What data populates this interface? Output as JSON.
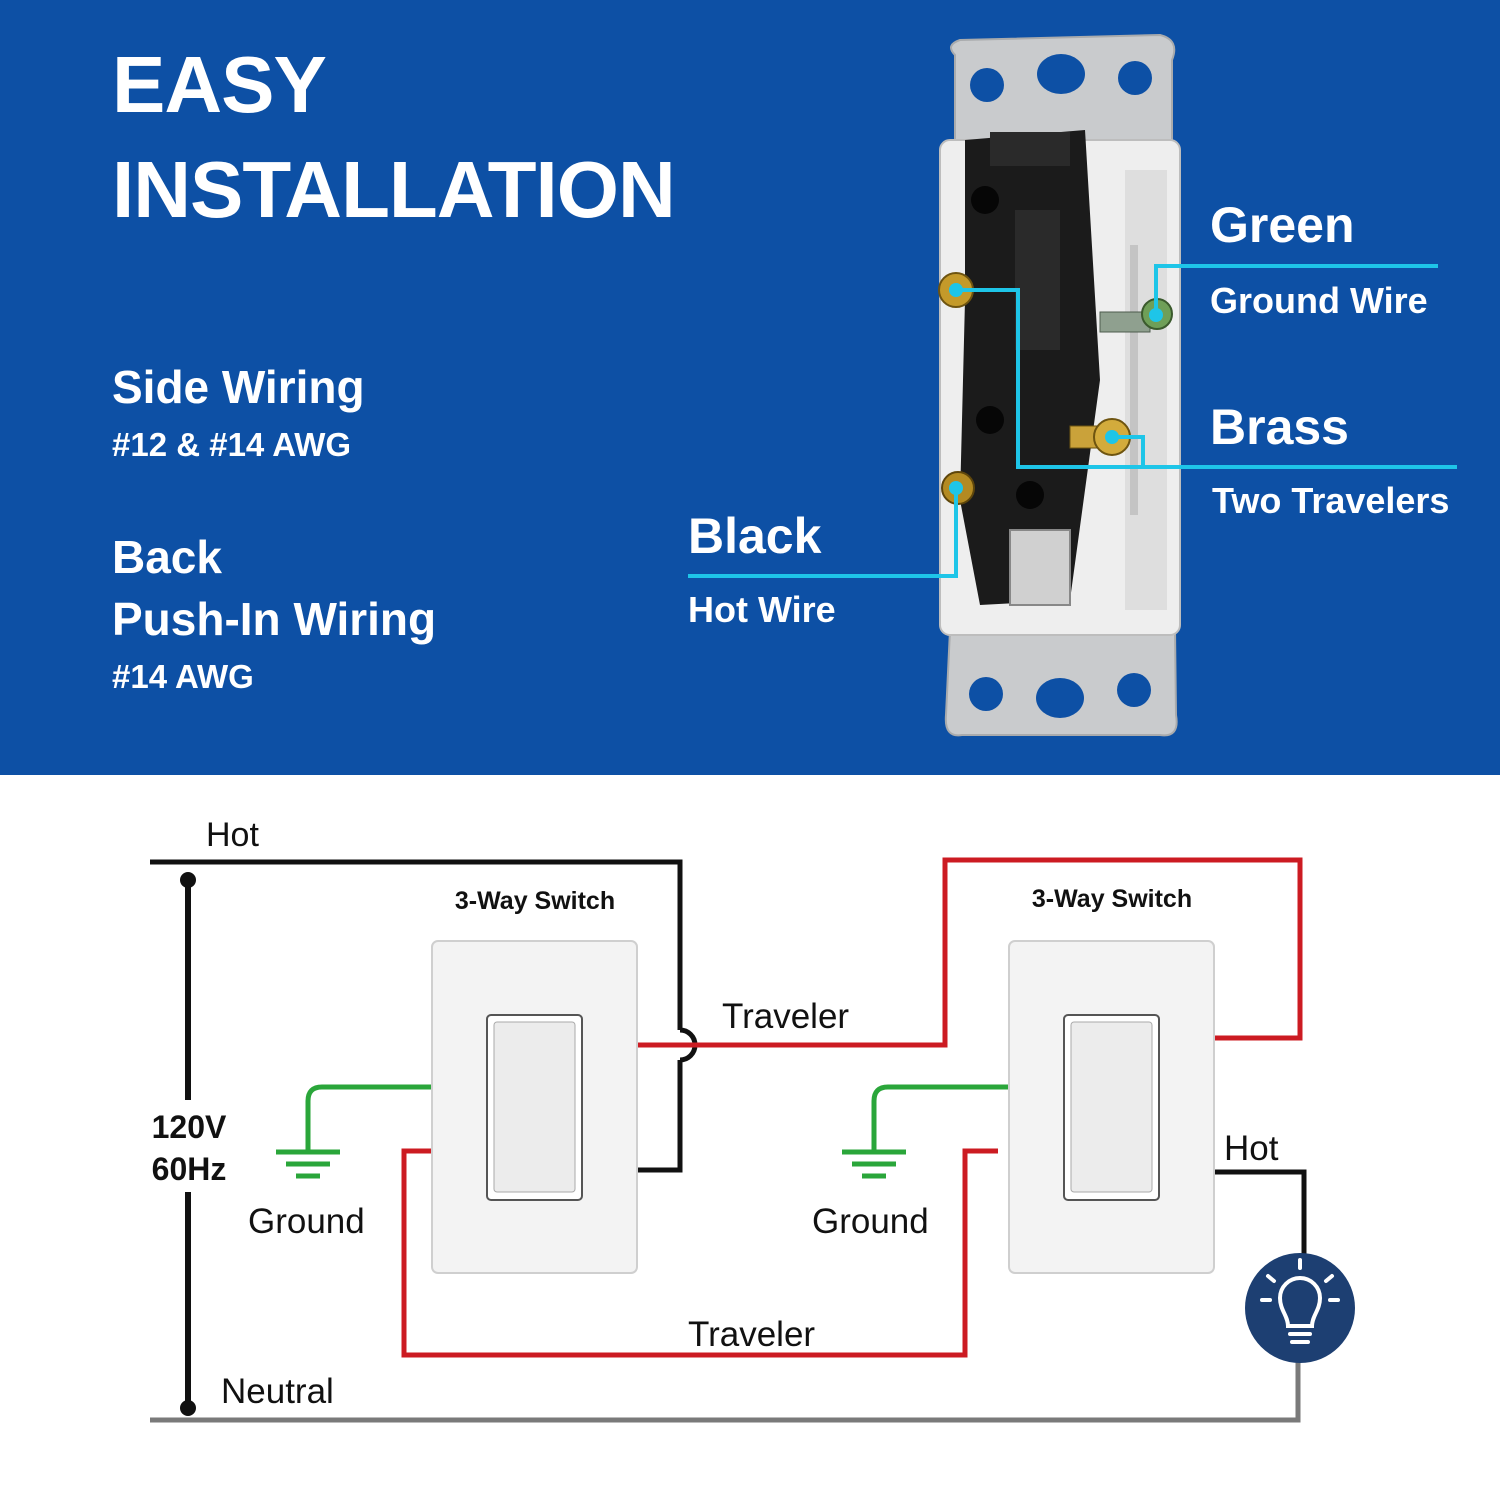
{
  "colors": {
    "panel_blue": "#0d50a5",
    "callout_cyan": "#1ec5e8",
    "hot_black": "#111111",
    "traveler_red": "#cc1b22",
    "ground_green": "#2aa63a",
    "neutral_gray": "#7a7a7a",
    "bulb_badge": "#1d3f72"
  },
  "header": {
    "line1": "EASY",
    "line2": "INSTALLATION"
  },
  "features": {
    "side_title": "Side Wiring",
    "side_gauge": "#12 & #14 AWG",
    "back_title_1": "Back",
    "back_title_2": "Push-In Wiring",
    "back_gauge": "#14 AWG"
  },
  "callouts": {
    "green_title": "Green",
    "green_sub": "Ground Wire",
    "brass_title": "Brass",
    "brass_sub": "Two Travelers",
    "black_title": "Black",
    "black_sub": "Hot Wire"
  },
  "device_icons": [
    "switch-device-icon",
    "brass-screw-icon",
    "ground-screw-icon"
  ],
  "diagram": {
    "hot_top": "Hot",
    "voltage_1": "120V",
    "voltage_2": "60Hz",
    "switch_left_label": "3-Way Switch",
    "switch_right_label": "3-Way Switch",
    "traveler_top": "Traveler",
    "traveler_bottom": "Traveler",
    "ground_left": "Ground",
    "ground_right": "Ground",
    "hot_right": "Hot",
    "neutral": "Neutral",
    "icons": [
      "ground-symbol-icon",
      "light-bulb-icon",
      "switch-plate-icon"
    ]
  }
}
